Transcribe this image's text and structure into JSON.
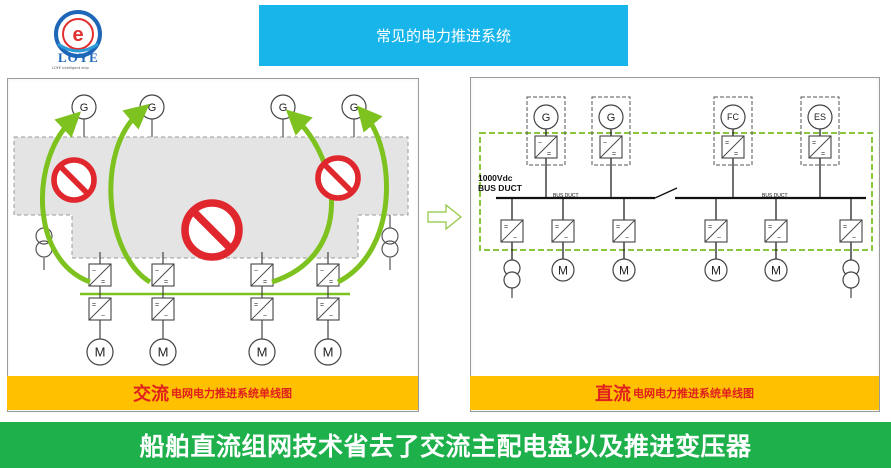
{
  "title": "常见的电力推进系统",
  "logo": {
    "text": "LOYE",
    "subtext": "LOYE intelligent ship",
    "letter": "e"
  },
  "left": {
    "caption_big": "交流",
    "caption_small": "电网电力推进系统单线图",
    "generators": [
      "G",
      "G",
      "G",
      "G"
    ],
    "motors": [
      "M",
      "M",
      "M",
      "M"
    ]
  },
  "right": {
    "caption_big": "直流",
    "caption_small": "电网电力推进系统单线图",
    "sources": [
      "G",
      "G",
      "FC",
      "ES"
    ],
    "bus_label_1": "1000Vdc",
    "bus_label_2": "BUS DUCT",
    "bus_duct_a": "BUS DUCT",
    "bus_duct_b": "BUS DUCT",
    "motors": [
      "M",
      "M",
      "M",
      "M"
    ]
  },
  "banner": "船舶直流组网技术省去了交流主配电盘以及推进变压器",
  "colors": {
    "title_bg": "#17b5ea",
    "caption_bg": "#ffc000",
    "banner_bg": "#1db04b",
    "arrow_green": "#7dc21e",
    "forbid_red": "#e0272e",
    "dashed_green": "#8cc63f"
  }
}
